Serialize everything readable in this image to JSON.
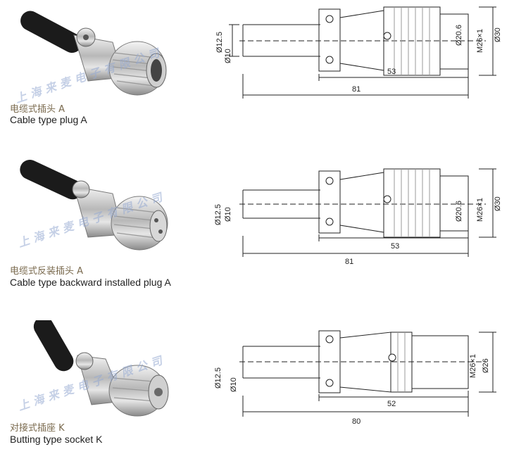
{
  "watermark": "上海来麦电子有限公司",
  "items": [
    {
      "cn_caption": "电缆式插头 A",
      "en_caption": "Cable type plug A",
      "dims": {
        "d_cable": "Ø12.5",
        "d_pin": "Ø10",
        "d_thread": "M26×1",
        "d_inner": "Ø20.6",
        "d_outer": "Ø30",
        "len_body": "53",
        "len_total": "81"
      }
    },
    {
      "cn_caption": "电缆式反装插头 A",
      "en_caption": "Cable type backward installed plug A",
      "dims": {
        "d_cable": "Ø12.5",
        "d_pin": "Ø10",
        "d_thread": "M26×1",
        "d_inner": "Ø20.6",
        "d_outer": "Ø30",
        "len_body": "53",
        "len_total": "81"
      }
    },
    {
      "cn_caption": "对接式插座 K",
      "en_caption": "Butting type socket K",
      "dims": {
        "d_cable": "Ø12.5",
        "d_pin": "Ø10",
        "d_thread": "M26×1",
        "d_outer": "Ø26",
        "len_body": "52",
        "len_total": "80"
      }
    }
  ]
}
